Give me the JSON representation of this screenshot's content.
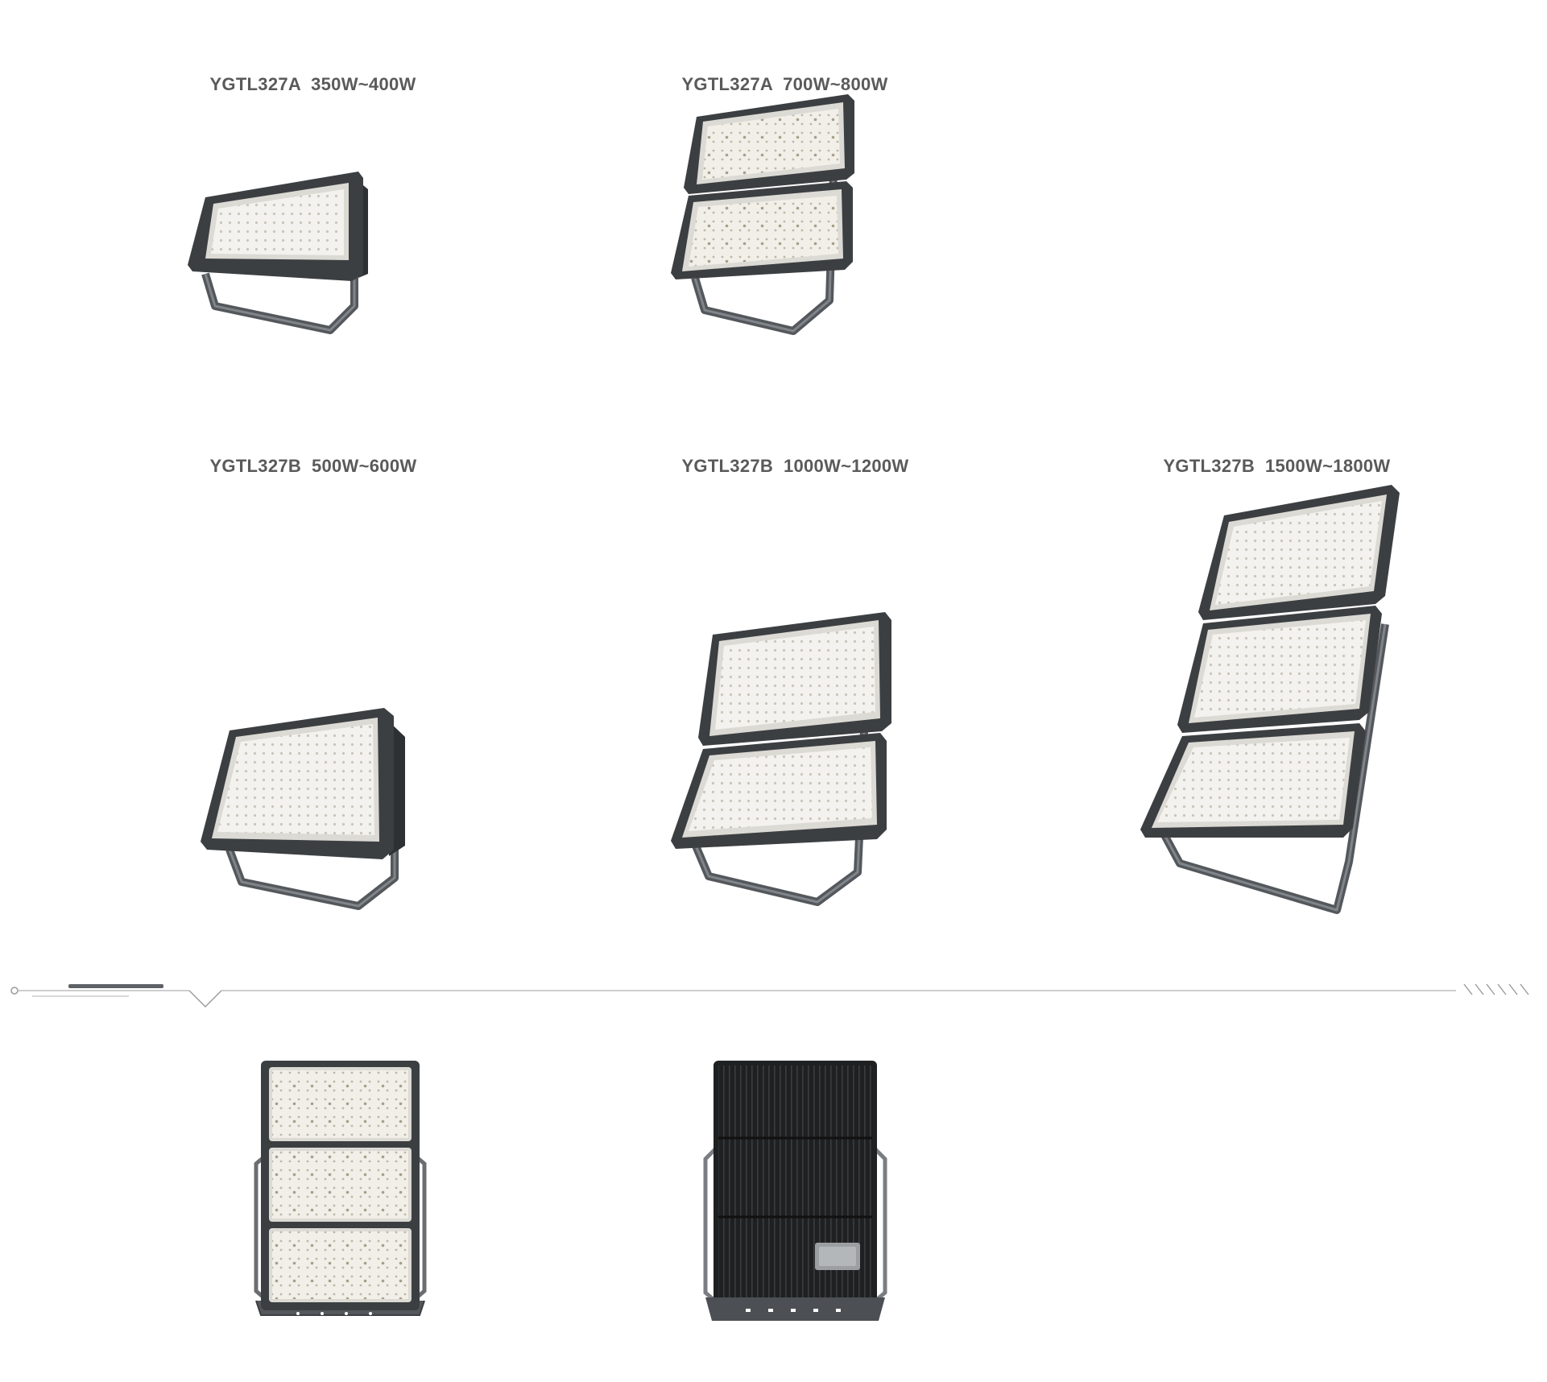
{
  "products": [
    {
      "model": "YGTL327A",
      "power": "350W~400W"
    },
    {
      "model": "YGTL327A",
      "power": "700W~800W"
    },
    {
      "model": "YGTL327B",
      "power": "500W~600W"
    },
    {
      "model": "YGTL327B",
      "power": "1000W~1200W"
    },
    {
      "model": "YGTL327B",
      "power": "1500W~1800W"
    }
  ],
  "views": [
    {
      "icon": "floodlight-front-view"
    },
    {
      "icon": "floodlight-back-view"
    }
  ],
  "colors": {
    "label": "#5a5a5a",
    "housing": "#3c3f42",
    "lens": "#f3f2ee",
    "led": "#c9c6bb",
    "back": "#1f2021",
    "divider": "#9a9a9a"
  }
}
